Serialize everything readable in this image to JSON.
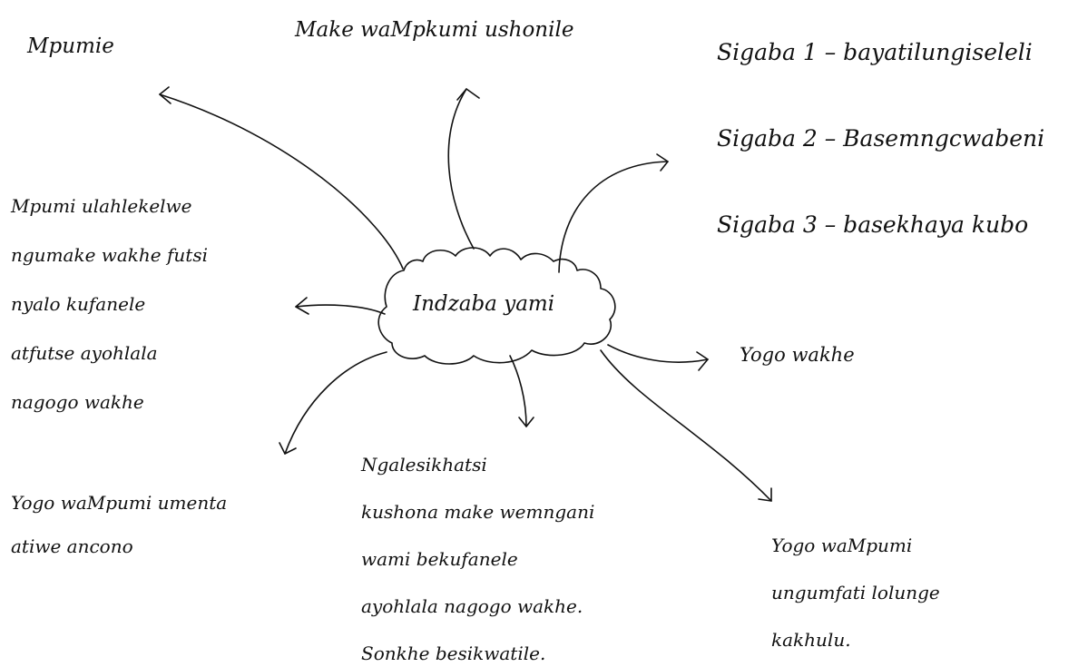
{
  "center": {
    "label": "Indzaba yami"
  },
  "notes": {
    "mpumie": {
      "lines": [
        "Mpumie"
      ]
    },
    "make": {
      "lines": [
        "Make waMpkumi ushonile"
      ]
    },
    "sigaba": {
      "lines": [
        "Sigaba 1 – bayatilungiseleli",
        "Sigaba 2 – Basemngcwabeni",
        "Sigaba 3 – basekhaya kubo"
      ]
    },
    "left": {
      "lines": [
        "Mpumi ulahlekelwe",
        "ngumake wakhe futsi",
        "nyalo kufanele",
        "atfutse ayohlala",
        "nagogo wakhe"
      ]
    },
    "yogo_wakhe": {
      "lines": [
        "Yogo wakhe"
      ]
    },
    "bottom_left": {
      "lines": [
        "Yogo waMpumi umenta",
        "atiwe ancono"
      ]
    },
    "bottom": {
      "lines": [
        "Ngalesikhatsi",
        "kushona make wemngani",
        "wami bekufanele",
        "ayohlala nagogo wakhe.",
        "Sonkhe besikwatile."
      ]
    },
    "bottom_right": {
      "lines": [
        "Yogo waMpumi",
        "ungumfati lolunge",
        "kakhulu."
      ]
    }
  }
}
